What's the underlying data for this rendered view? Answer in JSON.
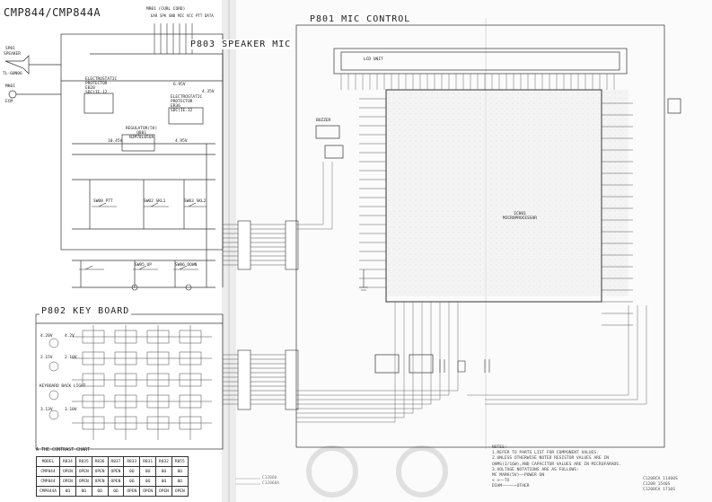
{
  "model_title": "CMP844/CMP844A",
  "sections": {
    "mic_control": "P801 MIC CONTROL",
    "speaker_mic": "P803 SPEAKER MIC",
    "key_board": "P802 KEY BOARD"
  },
  "connector": {
    "title": "MR01 (CURL CORD)",
    "pins": [
      "EAR",
      "SPK",
      "GND",
      "MIC",
      "VCC",
      "PTT",
      "DATA"
    ]
  },
  "speaker_block": {
    "speaker": [
      "SP01",
      "SPEAKER",
      "TL-60N06"
    ],
    "mic": [
      "MK01",
      "ECM"
    ]
  },
  "regulator": [
    "REGULATOR(5V)",
    "Q801",
    "NJM78L05UA"
  ],
  "esd_protectors": [
    [
      "ELECTROSTATIC",
      "PROTECTOR",
      "EB20",
      "SDC(IE.12"
    ],
    [
      "ELECTROSTATIC",
      "PROTECTOR",
      "ER36",
      "SDC(IE.12"
    ]
  ],
  "switches": [
    "SW08 PTT",
    "SW02 SKL1",
    "SW03 SKL2",
    "SW05 UP",
    "SW06 DOWN"
  ],
  "volt_labels": [
    "10.45V",
    "4.95V",
    "6.95V",
    "4.35V",
    "4.20V",
    "4.2V",
    "3.13V",
    "3.10V",
    "2.15V",
    "2.10V"
  ],
  "keyboard_note": "KEYBOARD BACK LIGHT",
  "lcd": "LCD UNIT",
  "cpu": [
    "IC801",
    "MICROPROCESSOR"
  ],
  "buzzer": "BUZZER",
  "contrast_chart": {
    "title": "A THE CONTRAST CHART",
    "headers": [
      "MODEL",
      "R834",
      "R835",
      "R836",
      "R837",
      "R833",
      "R831",
      "R832",
      "R855"
    ],
    "rows": [
      [
        "CMP844",
        "OPEN",
        "OPEN",
        "OPEN",
        "OPEN",
        "0Ω",
        "0Ω",
        "0Ω",
        "0Ω"
      ],
      [
        "CMP844",
        "OPEN",
        "OPEN",
        "OPEN",
        "OPEN",
        "0Ω",
        "0Ω",
        "0Ω",
        "0Ω"
      ],
      [
        "CMP844A",
        "0Ω",
        "0Ω",
        "0Ω",
        "0Ω",
        "OPEN",
        "OPEN",
        "OPEN",
        "OPEN"
      ]
    ]
  },
  "notes": {
    "title": "NOTES:",
    "lines": [
      "1.REFER TO PARTS LIST FOR COMPONENT VALUES.",
      "2.UNLESS OTHERWISE NOTED RESISTOR VALUES ARE IN",
      "  OHMS(1/16W),AND CAPACITOR VALUES ARE IN MICROFARADS.",
      "3.VOLTAGE NOTATIONS ARE AS FOLLOWS:",
      "  MC MARK(5V)——POWER ON",
      "  <              >——TX",
      "  DIAM——————OTHER"
    ]
  },
  "doc_refs": [
    "C120BCA 11400S",
    "C120B 1540S",
    "C120BCA 1710S"
  ],
  "pcb_refs": [
    "C12060",
    "C12060A"
  ]
}
